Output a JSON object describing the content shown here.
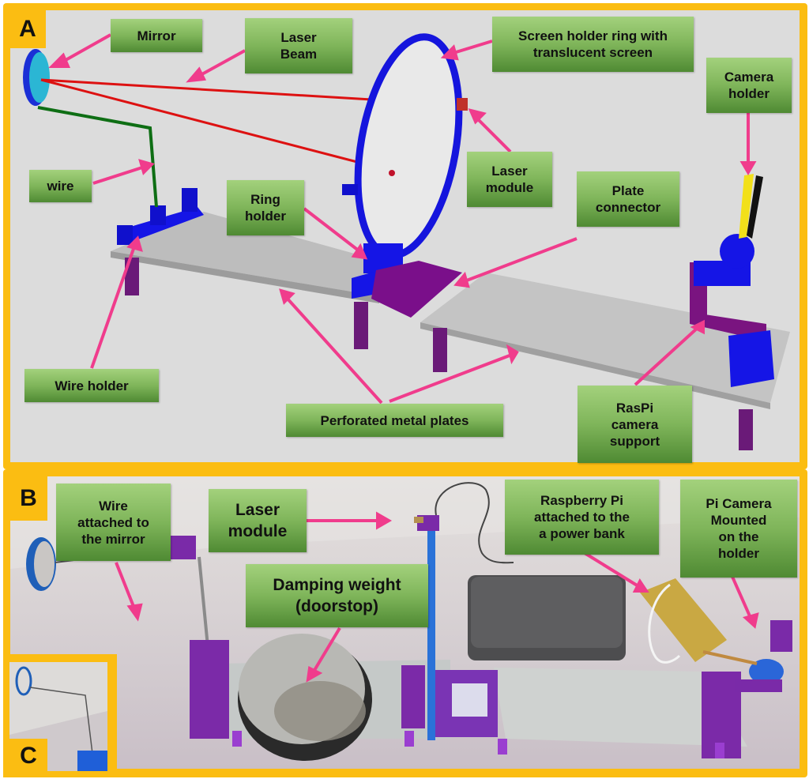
{
  "figure": {
    "frame_color": "#fbbd12",
    "label_color_top": "#a3d17c",
    "label_color_bottom": "#4f8a33",
    "arrow_color": "#f03c8c"
  },
  "panels": {
    "a": {
      "letter": "A",
      "kind": "3D model rendering",
      "labels": {
        "mirror": "Mirror",
        "laser_beam": "Laser\nBeam",
        "screen_ring": "Screen holder ring with\ntranslucent screen",
        "camera_holder": "Camera\nholder",
        "wire": "wire",
        "laser_module": "Laser\nmodule",
        "ring_holder": "Ring\nholder",
        "plate_connector": "Plate\nconnector",
        "wire_holder": "Wire holder",
        "perforated_plates": "Perforated metal plates",
        "raspi_camera_support": "RasPi\ncamera\nsupport"
      }
    },
    "b": {
      "letter": "B",
      "kind": "photograph",
      "labels": {
        "wire_attached": "Wire\nattached to\nthe mirror",
        "laser_module": "Laser\nmodule",
        "damping_weight": "Damping weight\n(doorstop)",
        "raspberry_pi": "Raspberry Pi\nattached to the\na power bank",
        "pi_camera": "Pi Camera\nMounted\non the\nholder"
      }
    },
    "c": {
      "letter": "C",
      "kind": "inset photograph"
    }
  }
}
